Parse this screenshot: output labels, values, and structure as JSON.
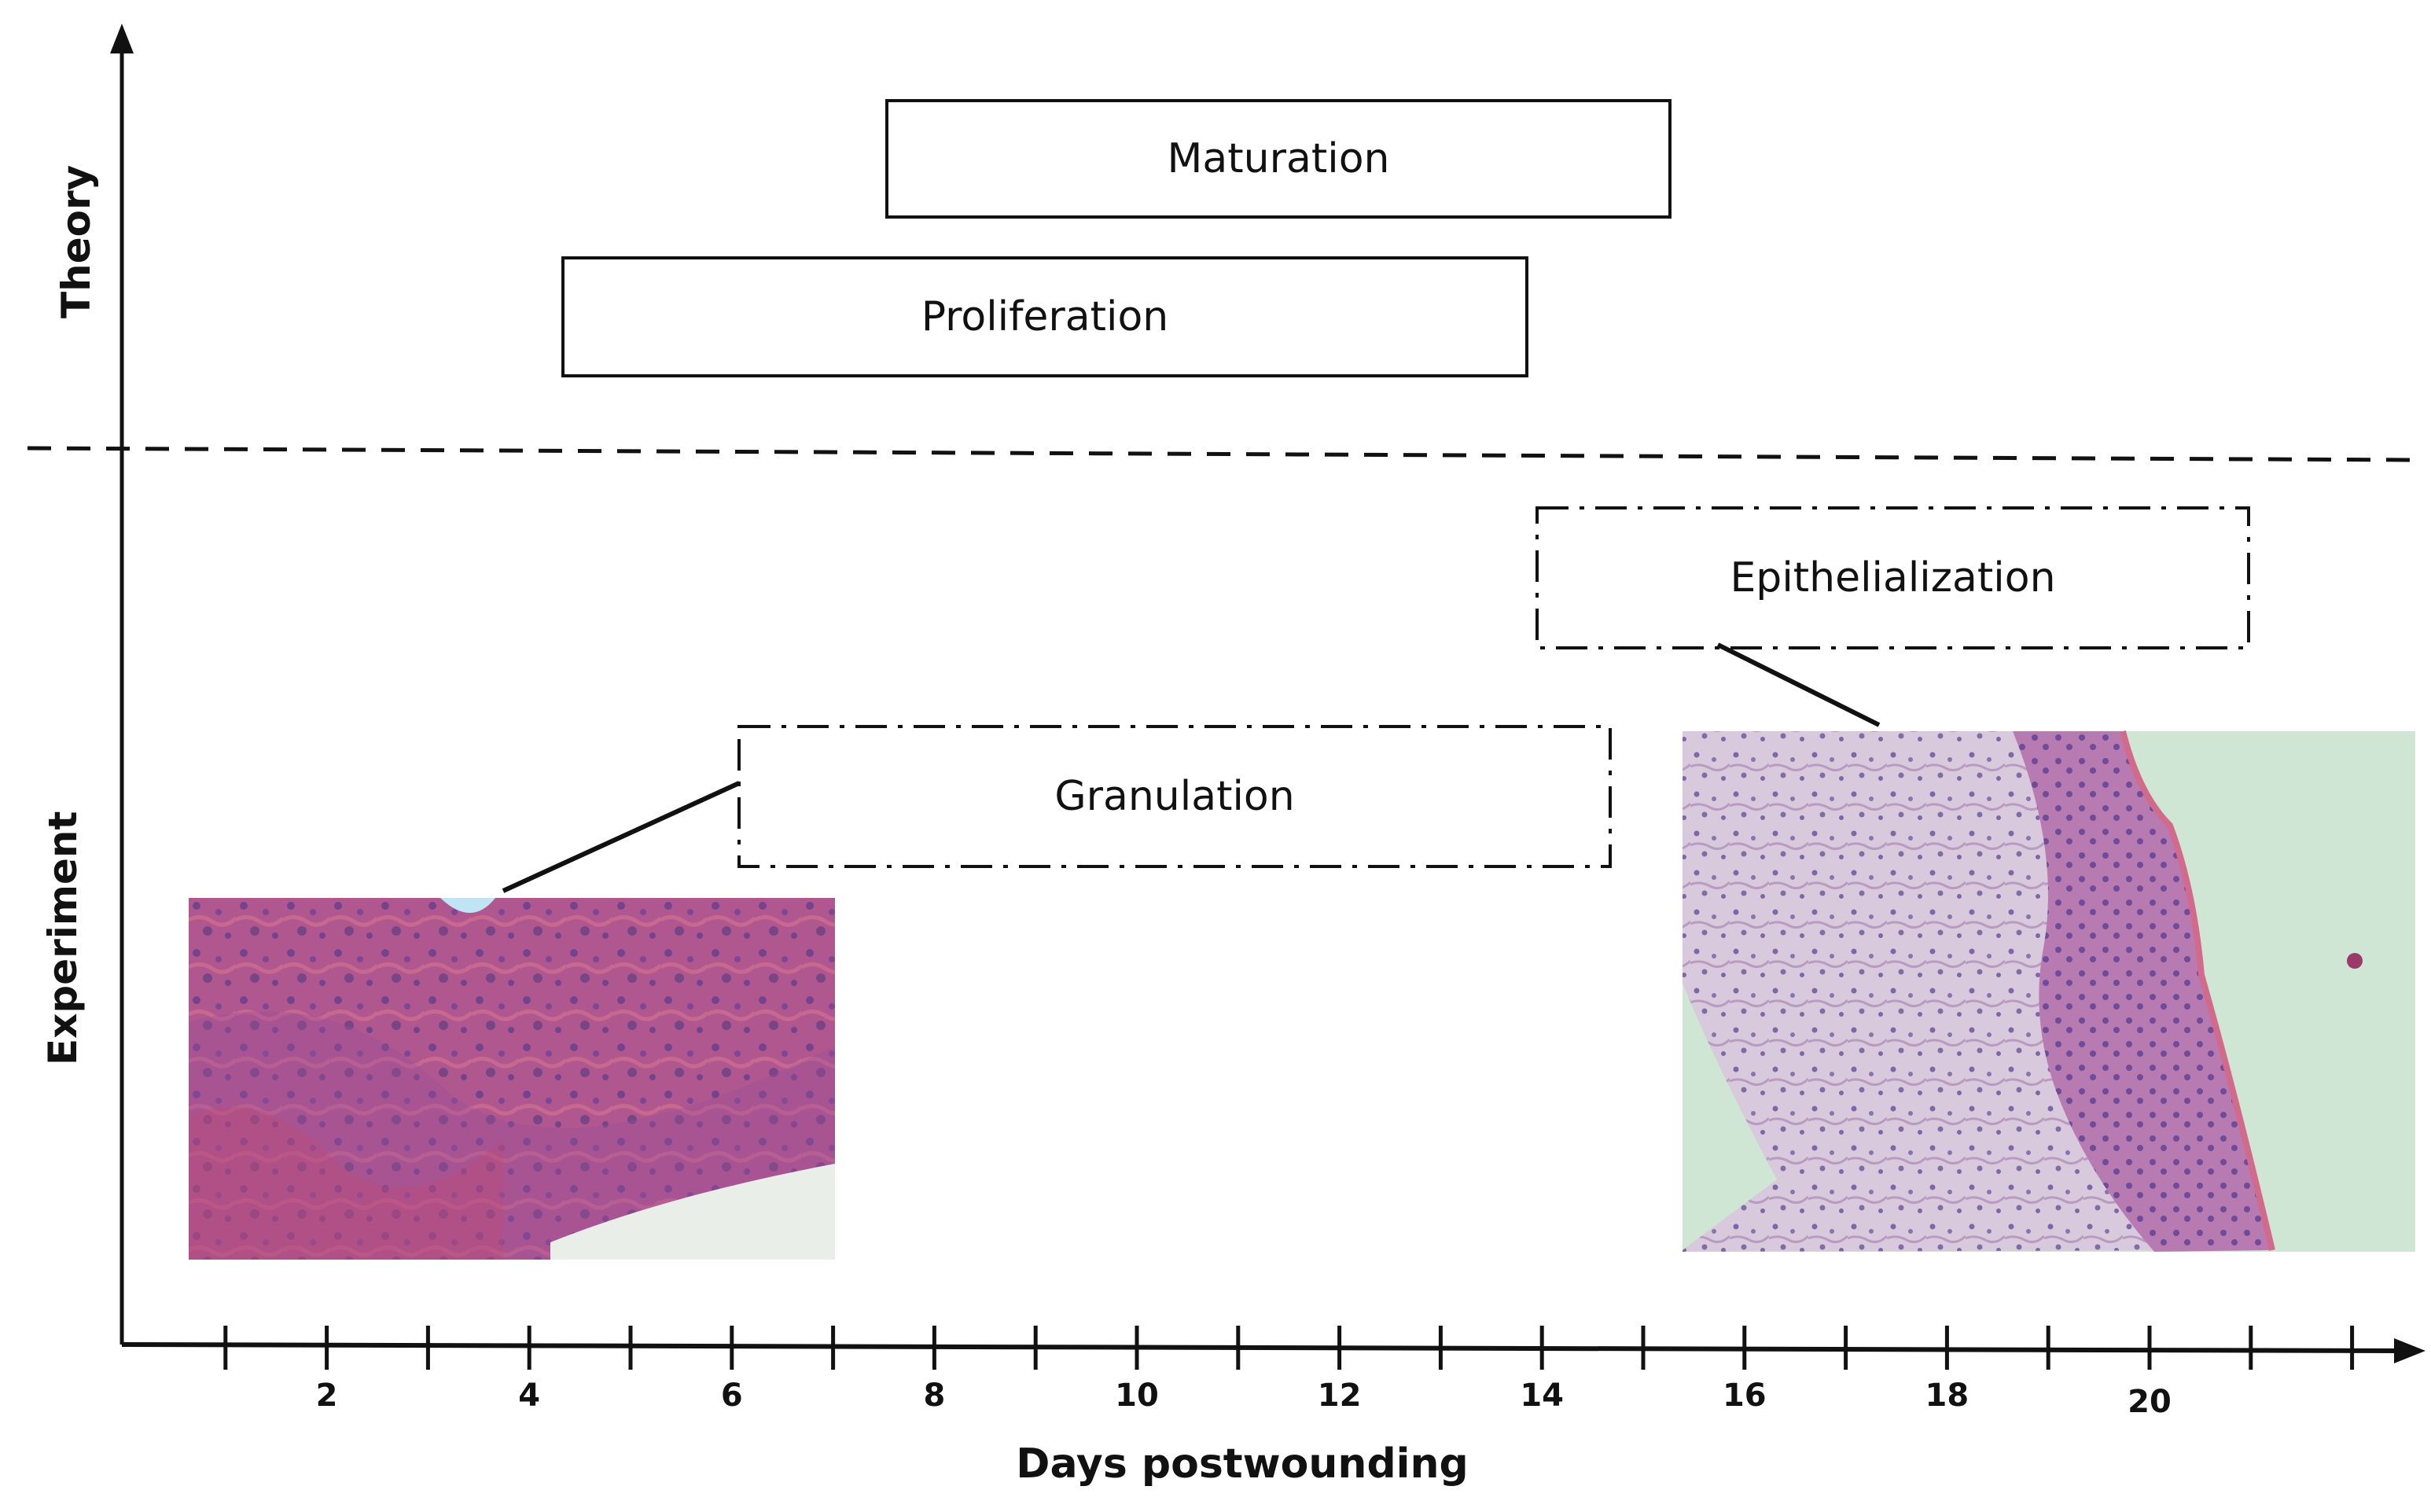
{
  "bands": {
    "theory": "Theory",
    "experiment": "Experiment"
  },
  "phases": {
    "maturation": "Maturation",
    "proliferation": "Proliferation",
    "epithelialization": "Epithelialization",
    "granulation": "Granulation"
  },
  "x_axis": {
    "title": "Days postwounding",
    "tick_labels": [
      "2",
      "4",
      "6",
      "8",
      "10",
      "12",
      "14",
      "16",
      "18",
      "20"
    ]
  },
  "images": {
    "granulation_micrograph": "histology micrograph (granulation tissue, H&E stain)",
    "epithelialization_micrograph": "histology micrograph (re-epithelialized skin, H&E stain)"
  },
  "colors": {
    "ink": "#111111",
    "stain_pink": "#c65c86",
    "stain_purple": "#7d4f9e",
    "slide_background": "#cfe6d4"
  }
}
